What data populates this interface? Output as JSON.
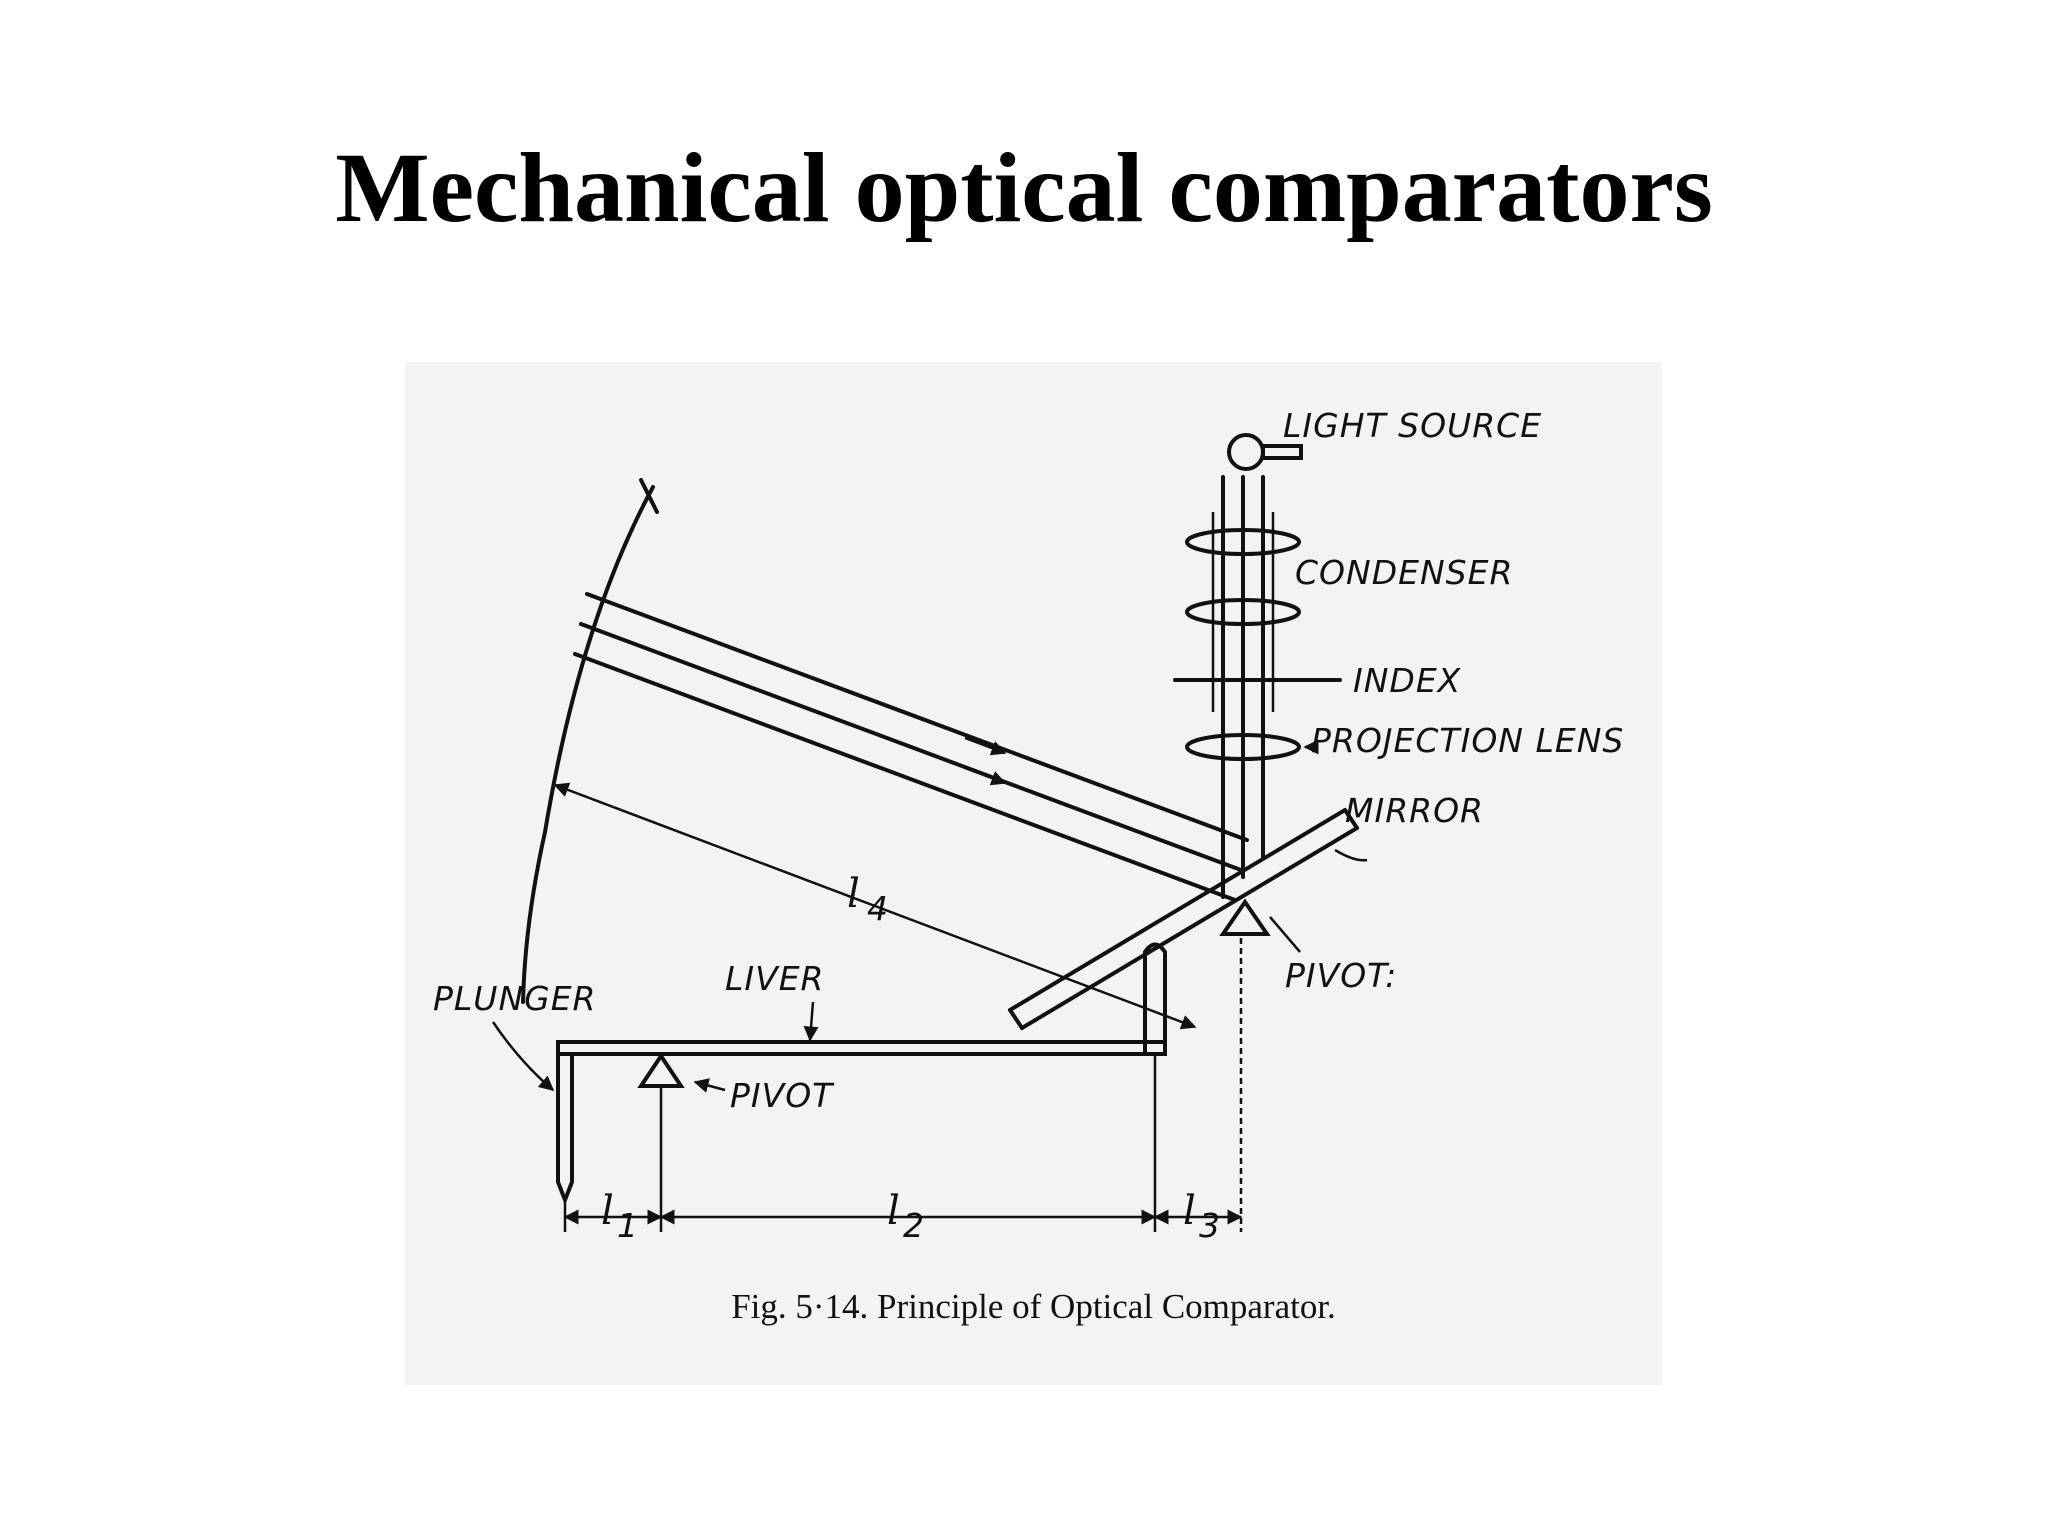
{
  "slide": {
    "title": "Mechanical optical comparators"
  },
  "figure": {
    "caption": "Fig. 5·14. Principle of Optical Comparator.",
    "labels": {
      "light_source": "LIGHT SOURCE",
      "condenser": "CONDENSER",
      "index": "INDEX",
      "projection_lens": "PROJECTION LENS",
      "mirror": "MIRROR",
      "pivot_mirror": "PIVOT:",
      "plunger": "PLUNGER",
      "lever": "LIVER",
      "pivot_lever": "PIVOT",
      "l1": "l",
      "l1_sub": "1",
      "l2": "l",
      "l2_sub": "2",
      "l3": "l",
      "l3_sub": "3",
      "l4": "l",
      "l4_sub": "4"
    }
  }
}
